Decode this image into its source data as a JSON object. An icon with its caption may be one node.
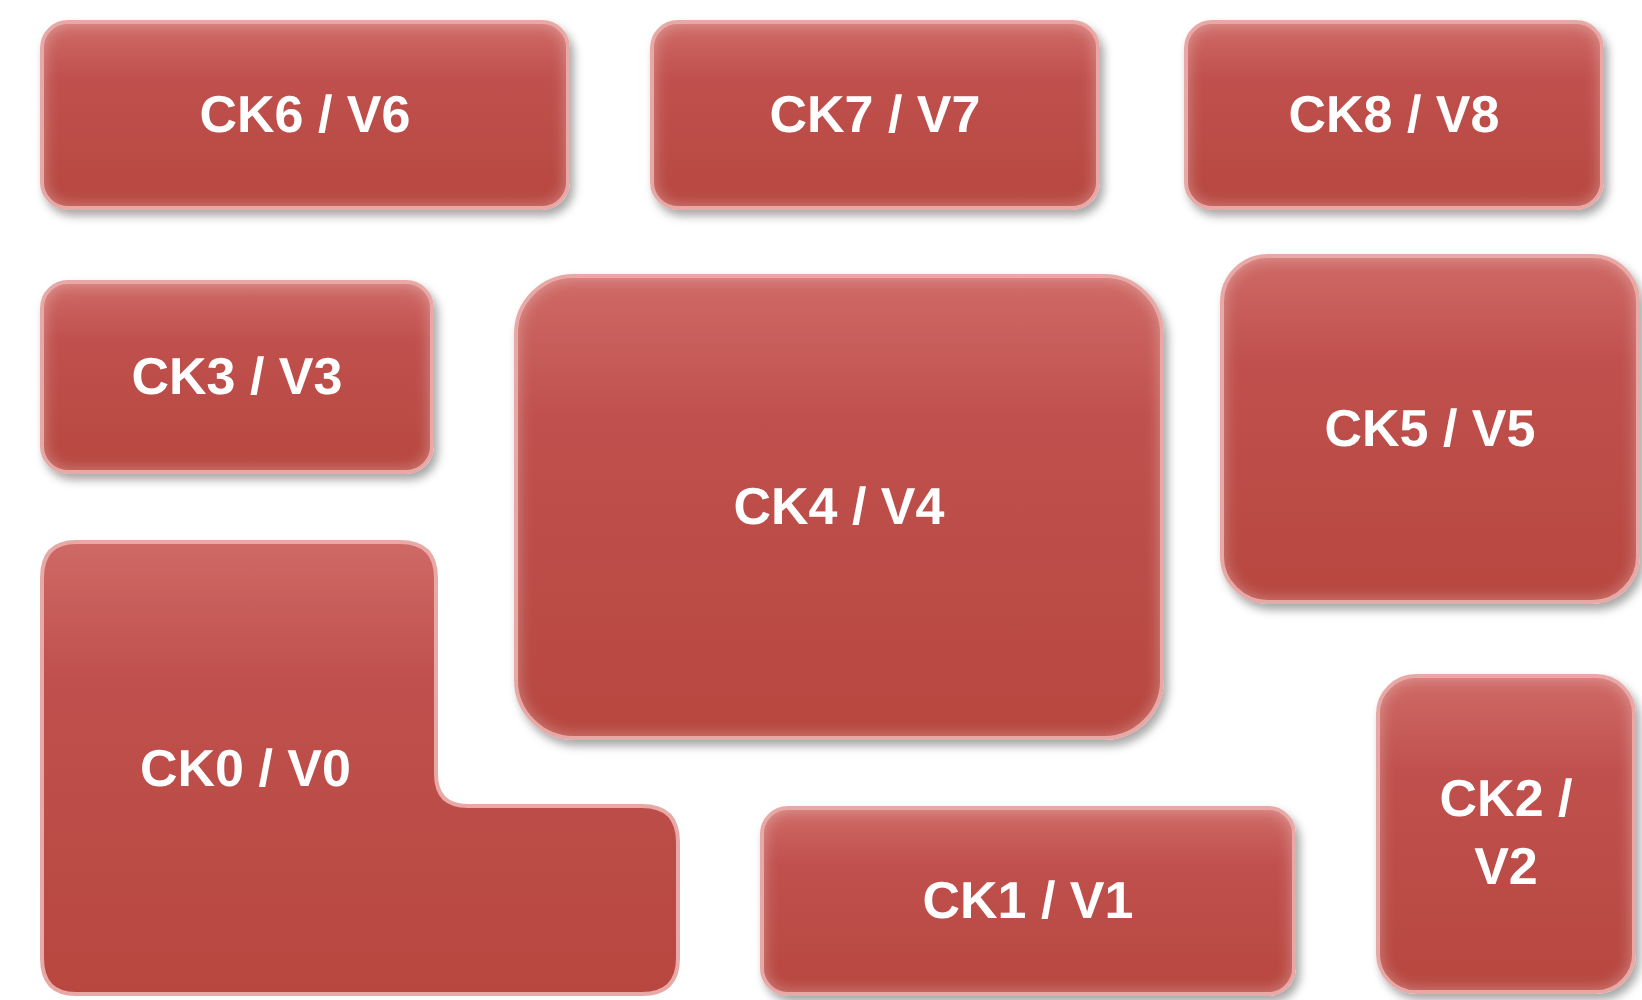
{
  "diagram": {
    "nodes": [
      {
        "text": [
          "CK6 / V6"
        ]
      },
      {
        "text": [
          "CK7 / V7"
        ]
      },
      {
        "text": [
          "CK8 / V8"
        ]
      },
      {
        "text": [
          "CK3 / V3"
        ]
      },
      {
        "text": [
          "CK4 / V4"
        ]
      },
      {
        "text": [
          "CK5 / V5"
        ]
      },
      {
        "text": [
          "CK0 / V0"
        ]
      },
      {
        "text": [
          "CK1 / V1"
        ]
      },
      {
        "text": [
          "CK2 / V2"
        ]
      }
    ]
  }
}
